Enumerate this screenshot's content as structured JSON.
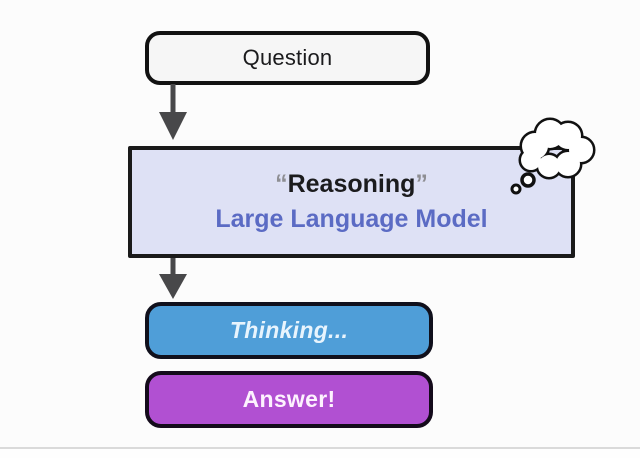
{
  "diagram": {
    "title_semantics": "reasoning-llm-flow",
    "question_box": {
      "label": "Question"
    },
    "llm_box": {
      "open_quote": "“",
      "line1_text": "Reasoning",
      "close_quote": "”",
      "line2_text": "Large Language Model"
    },
    "thinking_box": {
      "label": "Thinking..."
    },
    "answer_box": {
      "label": "Answer!"
    },
    "icons": {
      "thought_bubble": "thought-bubble-cloud",
      "arrows": "down-arrow"
    },
    "colors": {
      "background": "#fcfcfc",
      "question_fill": "#f6f6f6",
      "llm_fill": "#dee1f5",
      "llm_accent_text": "#5b6bc4",
      "quote_gray": "#8e8e93",
      "thinking_fill": "#4f9ed8",
      "thinking_text": "#e8f4fd",
      "answer_fill": "#b150d2",
      "answer_text": "#fdf2fe",
      "border_dark": "#121212",
      "arrow_gray": "#48484a",
      "divider_gray": "#dadada"
    }
  }
}
